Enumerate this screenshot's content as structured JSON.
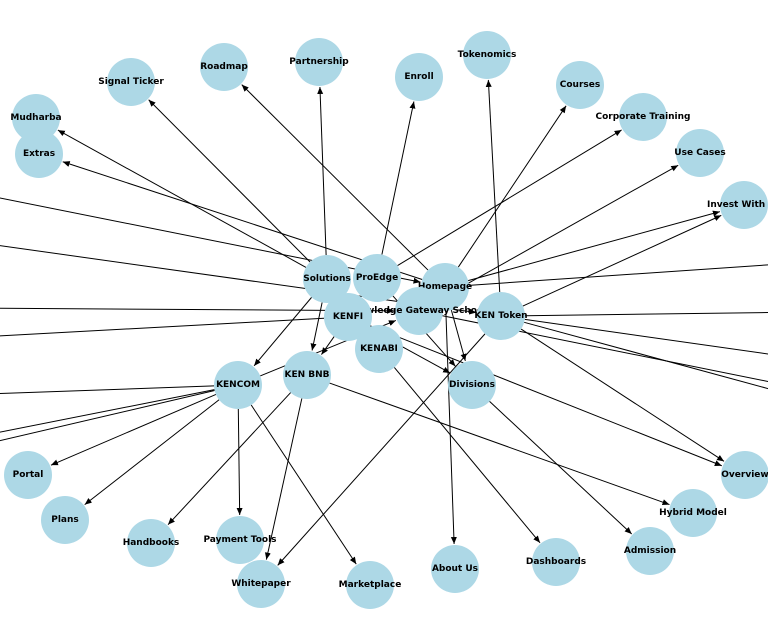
{
  "colors": {
    "node": "#add8e6",
    "edge": "#000000",
    "label": "#000000",
    "background": "#ffffff"
  },
  "nodes": [
    {
      "id": "signal_ticker",
      "label": "Signal Ticker"
    },
    {
      "id": "roadmap",
      "label": "Roadmap"
    },
    {
      "id": "partnership",
      "label": "Partnership"
    },
    {
      "id": "enroll",
      "label": "Enroll"
    },
    {
      "id": "tokenomics",
      "label": "Tokenomics"
    },
    {
      "id": "courses",
      "label": "Courses"
    },
    {
      "id": "corporate_training",
      "label": "Corporate Training"
    },
    {
      "id": "use_cases",
      "label": "Use Cases"
    },
    {
      "id": "invest_with_us",
      "label": "Invest With Us"
    },
    {
      "id": "mudharba",
      "label": "Mudharba"
    },
    {
      "id": "extras",
      "label": "Extras"
    },
    {
      "id": "solutions",
      "label": "Solutions"
    },
    {
      "id": "proedge",
      "label": "ProEdge"
    },
    {
      "id": "homepage",
      "label": "Homepage"
    },
    {
      "id": "knowledge_gateway",
      "label": "Knowledge Gateway Schools"
    },
    {
      "id": "kenfi",
      "label": "KENFI"
    },
    {
      "id": "ken_token",
      "label": "KEN Token"
    },
    {
      "id": "kenabi",
      "label": "KENABI"
    },
    {
      "id": "kencom",
      "label": "KENCOM"
    },
    {
      "id": "ken_bnb",
      "label": "KEN BNB"
    },
    {
      "id": "divisions",
      "label": "Divisions"
    },
    {
      "id": "portal",
      "label": "Portal"
    },
    {
      "id": "plans",
      "label": "Plans"
    },
    {
      "id": "handbooks",
      "label": "Handbooks"
    },
    {
      "id": "payment_tools",
      "label": "Payment Tools"
    },
    {
      "id": "whitepaper",
      "label": "Whitepaper"
    },
    {
      "id": "marketplace",
      "label": "Marketplace"
    },
    {
      "id": "about_us",
      "label": "About Us"
    },
    {
      "id": "dashboards",
      "label": "Dashboards"
    },
    {
      "id": "admission",
      "label": "Admission"
    },
    {
      "id": "hybrid_model",
      "label": "Hybrid Model"
    },
    {
      "id": "overview",
      "label": "Overview"
    }
  ],
  "edges": [
    {
      "from": "solutions",
      "to": "signal_ticker"
    },
    {
      "from": "homepage",
      "to": "roadmap"
    },
    {
      "from": "solutions",
      "to": "partnership"
    },
    {
      "from": "proedge",
      "to": "enroll"
    },
    {
      "from": "ken_token",
      "to": "tokenomics"
    },
    {
      "from": "homepage",
      "to": "courses"
    },
    {
      "from": "proedge",
      "to": "corporate_training"
    },
    {
      "from": "knowledge_gateway",
      "to": "use_cases"
    },
    {
      "from": "homepage",
      "to": "invest_with_us"
    },
    {
      "from": "ken_token",
      "to": "invest_with_us"
    },
    {
      "from": "solutions",
      "to": "mudharba"
    },
    {
      "from": "homepage",
      "to": "extras"
    },
    {
      "from": "solutions",
      "to": "kencom"
    },
    {
      "from": "solutions",
      "to": "ken_bnb"
    },
    {
      "from": "proedge",
      "to": "divisions"
    },
    {
      "from": "homepage",
      "to": "divisions"
    },
    {
      "from": "homepage",
      "to": "about_us"
    },
    {
      "from": "kencom",
      "to": "portal"
    },
    {
      "from": "kencom",
      "to": "plans"
    },
    {
      "from": "kencom",
      "to": "payment_tools"
    },
    {
      "from": "kencom",
      "to": "marketplace"
    },
    {
      "from": "ken_bnb",
      "to": "handbooks"
    },
    {
      "from": "ken_bnb",
      "to": "whitepaper"
    },
    {
      "from": "ken_bnb",
      "to": "hybrid_model"
    },
    {
      "from": "ken_token",
      "to": "whitepaper"
    },
    {
      "from": "kenabi",
      "to": "dashboards"
    },
    {
      "from": "divisions",
      "to": "admission"
    },
    {
      "from": "ken_token",
      "to": "overview"
    },
    {
      "from": "kenfi",
      "to": "overview"
    },
    {
      "from": "kenfi",
      "to": "ken_bnb"
    },
    {
      "from": "kencom",
      "to": "knowledge_gateway"
    },
    {
      "from": "kenfi",
      "to": "divisions"
    },
    {
      "from": "offscreen_l1",
      "to": "homepage"
    },
    {
      "from": "offscreen_l2",
      "to": "ken_token"
    },
    {
      "from": "offscreen_l3",
      "to": "knowledge_gateway"
    },
    {
      "from": "kenfi",
      "to": "offscreen_l4"
    },
    {
      "from": "kencom",
      "to": "offscreen_l5"
    },
    {
      "from": "kencom",
      "to": "offscreen_l6"
    },
    {
      "from": "kencom",
      "to": "offscreen_l7"
    },
    {
      "from": "homepage",
      "to": "offscreen_r1"
    },
    {
      "from": "ken_token",
      "to": "offscreen_r2"
    },
    {
      "from": "ken_token",
      "to": "offscreen_r3"
    },
    {
      "from": "ken_token",
      "to": "offscreen_r4"
    },
    {
      "from": "knowledge_gateway",
      "to": "offscreen_r5"
    }
  ]
}
